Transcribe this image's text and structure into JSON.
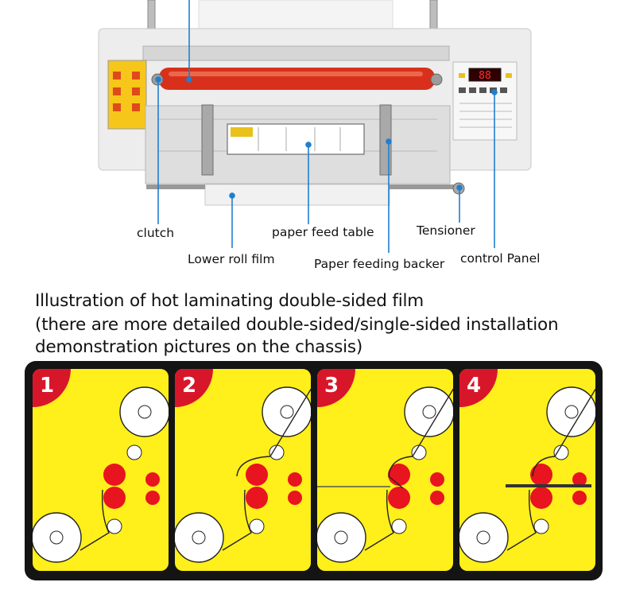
{
  "callouts": {
    "clutch": "clutch",
    "paper_feed_table": "paper feed table",
    "tensioner": "Tensioner",
    "lower_roll_film": "Lower roll film",
    "paper_feeding_backer": "Paper feeding backer",
    "control_panel": "control Panel"
  },
  "heading": {
    "line1": "Illustration of hot laminating double-sided film",
    "line2": "(there are more detailed double-sided/single-sided installation",
    "line3": "demonstration pictures on the chassis)"
  },
  "steps": [
    {
      "number": "1"
    },
    {
      "number": "2"
    },
    {
      "number": "3"
    },
    {
      "number": "4"
    }
  ],
  "control_panel_display": "88",
  "colors": {
    "panel_yellow": "#ffef1a",
    "frame_black": "#141414",
    "corner_red": "#d8162a",
    "roller_red": "#e8141f",
    "callout_blue": "#1f7fd0"
  }
}
